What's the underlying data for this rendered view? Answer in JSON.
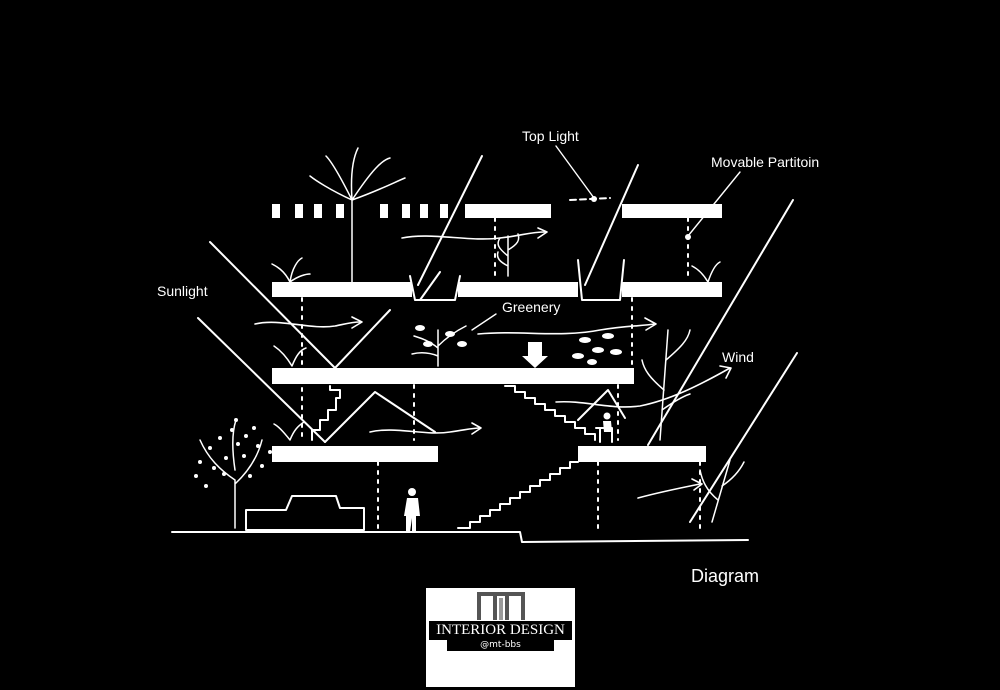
{
  "diagram": {
    "labels": {
      "top_light": "Top Light",
      "movable_partition": "Movable Partitoin",
      "sunlight": "Sunlight",
      "greenery": "Greenery",
      "wind": "Wind"
    },
    "caption": "Diagram"
  },
  "logo": {
    "name": "INTERIOR DESIGN",
    "handle": "@mt-bbs"
  },
  "colors": {
    "background": "#000000",
    "ink": "#ffffff"
  }
}
